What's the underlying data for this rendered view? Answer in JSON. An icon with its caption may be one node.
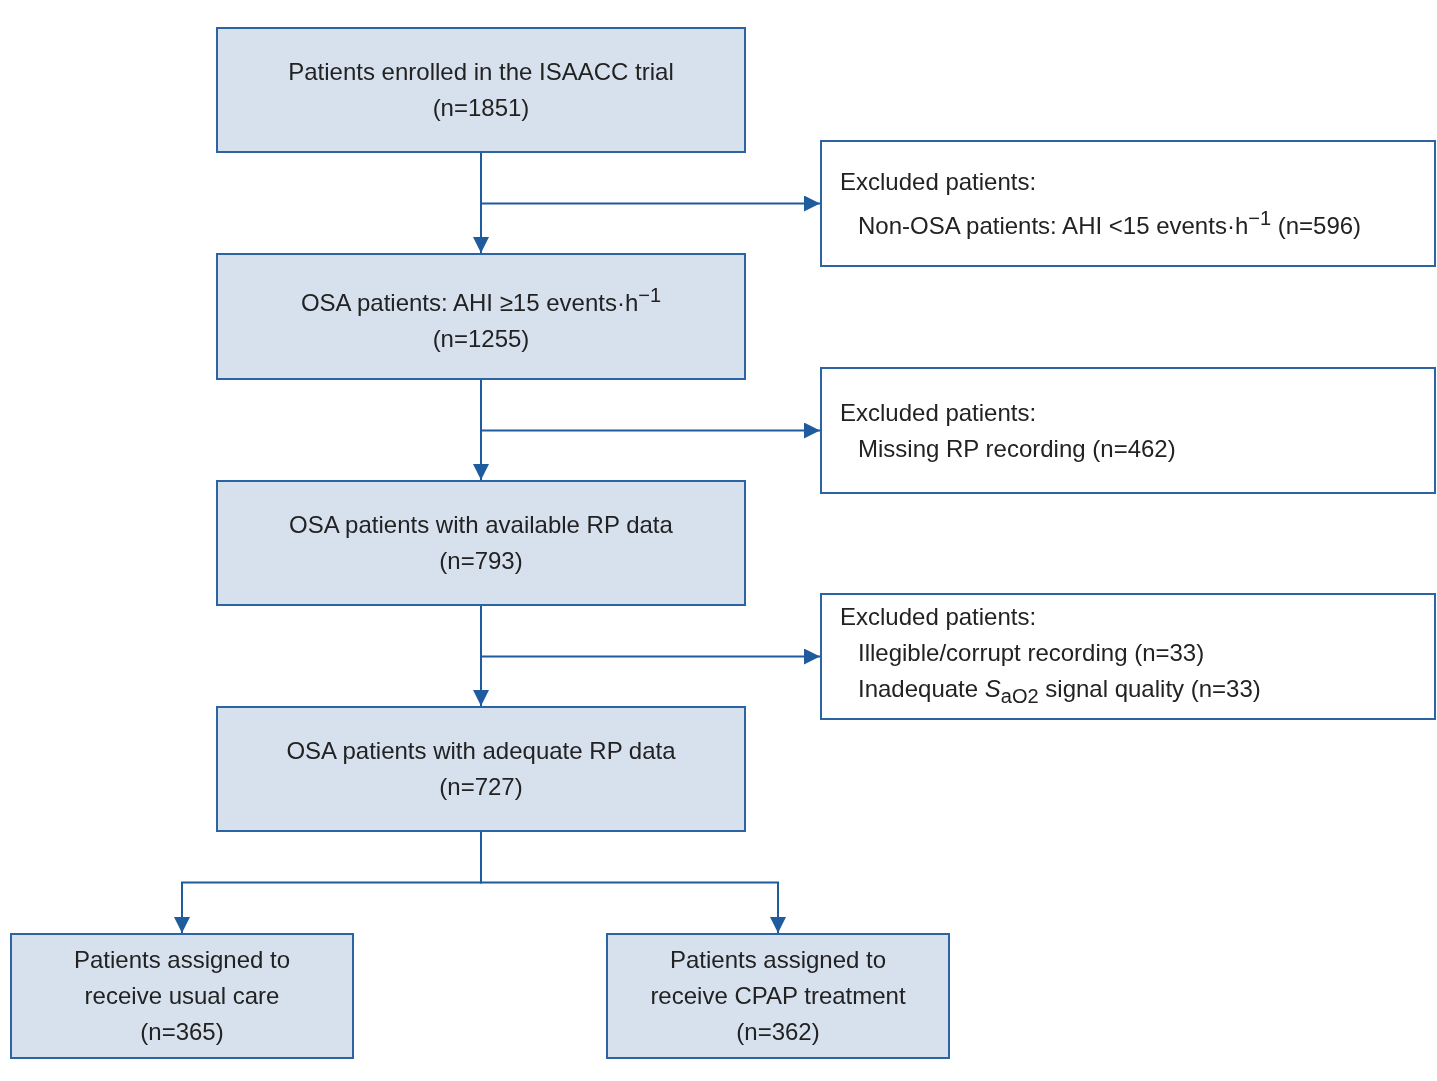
{
  "diagram": {
    "nodes": [
      {
        "text": [
          "Patients enrolled in the ISAACC trial (n=1851)"
        ]
      },
      {
        "text": [
          "Excluded patients:",
          "Non-OSA patients: AHI <15 events·h$^{−1}$ (n=596)"
        ]
      },
      {
        "text": [
          "OSA patients: AHI ≥15 events·h$^{−1}$ (n=1255)"
        ]
      },
      {
        "text": [
          "Excluded patients:",
          "Missing RP recording (n=462)"
        ]
      },
      {
        "text": [
          "OSA patients with available RP data (n=793)"
        ]
      },
      {
        "text": [
          "Excluded patients:",
          "Illegible/corrupt recording (n=33)",
          "Inadequate *S*$_{aO}$$_{2}$ signal quality (n=33)"
        ]
      },
      {
        "text": [
          "OSA patients with adequate RP data (n=727)"
        ]
      },
      {
        "text": [
          "Patients assigned to receive usual care (n=365)"
        ]
      },
      {
        "text": [
          "Patients assigned to receive CPAP treatment (n=362)"
        ]
      }
    ],
    "edges": [
      {
        "from": 0,
        "to": 2,
        "arrow": "to"
      },
      {
        "from": 0,
        "to": 1,
        "arrow": "to"
      },
      {
        "from": 2,
        "to": 4,
        "arrow": "to"
      },
      {
        "from": 2,
        "to": 3,
        "arrow": "to"
      },
      {
        "from": 4,
        "to": 6,
        "arrow": "to"
      },
      {
        "from": 4,
        "to": 5,
        "arrow": "to"
      },
      {
        "from": 6,
        "to": 7,
        "arrow": "to"
      },
      {
        "from": 6,
        "to": 8,
        "arrow": "to"
      }
    ]
  }
}
